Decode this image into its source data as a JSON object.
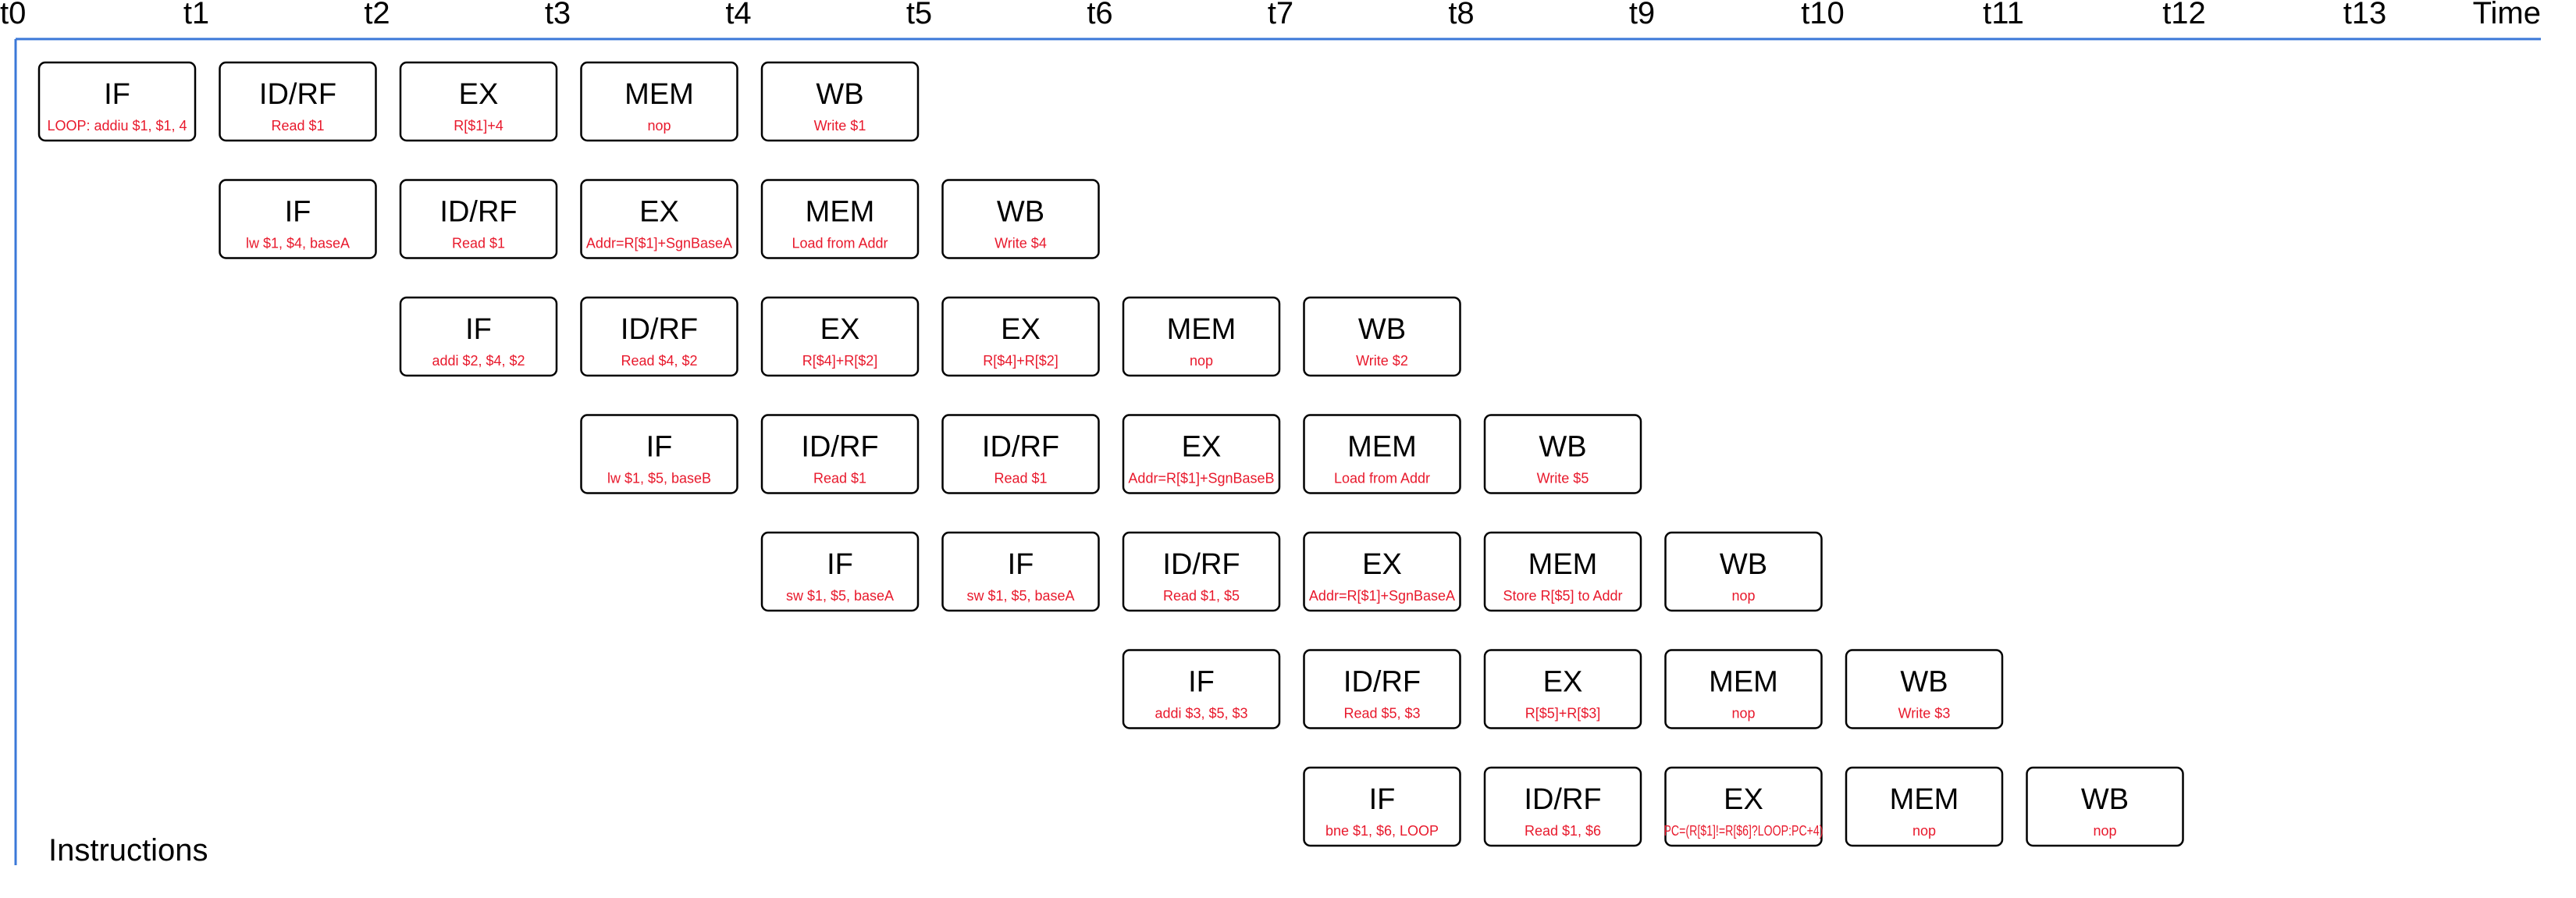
{
  "axis": {
    "time_ticks": [
      "t0",
      "t1",
      "t2",
      "t3",
      "t4",
      "t5",
      "t6",
      "t7",
      "t8",
      "t9",
      "t10",
      "t11",
      "t12",
      "t13"
    ],
    "time_label": "Time",
    "rows_label": "Instructions",
    "axis_color": "#3b78d8"
  },
  "colors": {
    "stage_border": "#000000",
    "stage_fill": "#ffffff",
    "detail_text": "#e8192c"
  },
  "instructions": [
    {
      "stages": [
        {
          "cycle": 0,
          "name": "IF",
          "detail": "LOOP: addiu $1, $1, 4"
        },
        {
          "cycle": 1,
          "name": "ID/RF",
          "detail": "Read $1"
        },
        {
          "cycle": 2,
          "name": "EX",
          "detail": "R[$1]+4"
        },
        {
          "cycle": 3,
          "name": "MEM",
          "detail": "nop"
        },
        {
          "cycle": 4,
          "name": "WB",
          "detail": "Write $1"
        }
      ]
    },
    {
      "stages": [
        {
          "cycle": 1,
          "name": "IF",
          "detail": "lw $1, $4, baseA"
        },
        {
          "cycle": 2,
          "name": "ID/RF",
          "detail": "Read $1"
        },
        {
          "cycle": 3,
          "name": "EX",
          "detail": "Addr=R[$1]+SgnBaseA"
        },
        {
          "cycle": 4,
          "name": "MEM",
          "detail": "Load from Addr"
        },
        {
          "cycle": 5,
          "name": "WB",
          "detail": "Write $4"
        }
      ]
    },
    {
      "stages": [
        {
          "cycle": 2,
          "name": "IF",
          "detail": "addi $2, $4, $2"
        },
        {
          "cycle": 3,
          "name": "ID/RF",
          "detail": "Read $4, $2"
        },
        {
          "cycle": 4,
          "name": "EX",
          "detail": "R[$4]+R[$2]"
        },
        {
          "cycle": 5,
          "name": "EX",
          "detail": "R[$4]+R[$2]"
        },
        {
          "cycle": 6,
          "name": "MEM",
          "detail": "nop"
        },
        {
          "cycle": 7,
          "name": "WB",
          "detail": "Write $2"
        }
      ]
    },
    {
      "stages": [
        {
          "cycle": 3,
          "name": "IF",
          "detail": "lw $1, $5, baseB"
        },
        {
          "cycle": 4,
          "name": "ID/RF",
          "detail": "Read $1"
        },
        {
          "cycle": 5,
          "name": "ID/RF",
          "detail": "Read $1"
        },
        {
          "cycle": 6,
          "name": "EX",
          "detail": "Addr=R[$1]+SgnBaseB"
        },
        {
          "cycle": 7,
          "name": "MEM",
          "detail": "Load from Addr"
        },
        {
          "cycle": 8,
          "name": "WB",
          "detail": "Write $5"
        }
      ]
    },
    {
      "stages": [
        {
          "cycle": 4,
          "name": "IF",
          "detail": "sw $1, $5, baseA"
        },
        {
          "cycle": 5,
          "name": "IF",
          "detail": "sw $1, $5, baseA"
        },
        {
          "cycle": 6,
          "name": "ID/RF",
          "detail": "Read $1, $5"
        },
        {
          "cycle": 7,
          "name": "EX",
          "detail": "Addr=R[$1]+SgnBaseA"
        },
        {
          "cycle": 8,
          "name": "MEM",
          "detail": "Store R[$5] to Addr"
        },
        {
          "cycle": 9,
          "name": "WB",
          "detail": "nop"
        }
      ]
    },
    {
      "stages": [
        {
          "cycle": 6,
          "name": "IF",
          "detail": "addi $3, $5, $3"
        },
        {
          "cycle": 7,
          "name": "ID/RF",
          "detail": "Read $5, $3"
        },
        {
          "cycle": 8,
          "name": "EX",
          "detail": "R[$5]+R[$3]"
        },
        {
          "cycle": 9,
          "name": "MEM",
          "detail": "nop"
        },
        {
          "cycle": 10,
          "name": "WB",
          "detail": "Write $3"
        }
      ]
    },
    {
      "stages": [
        {
          "cycle": 7,
          "name": "IF",
          "detail": "bne $1, $6, LOOP"
        },
        {
          "cycle": 8,
          "name": "ID/RF",
          "detail": "Read $1, $6"
        },
        {
          "cycle": 9,
          "name": "EX",
          "detail": "PC=(R[$1]!=R[$6]?LOOP:PC+4)"
        },
        {
          "cycle": 10,
          "name": "MEM",
          "detail": "nop"
        },
        {
          "cycle": 11,
          "name": "WB",
          "detail": "nop"
        }
      ]
    }
  ]
}
